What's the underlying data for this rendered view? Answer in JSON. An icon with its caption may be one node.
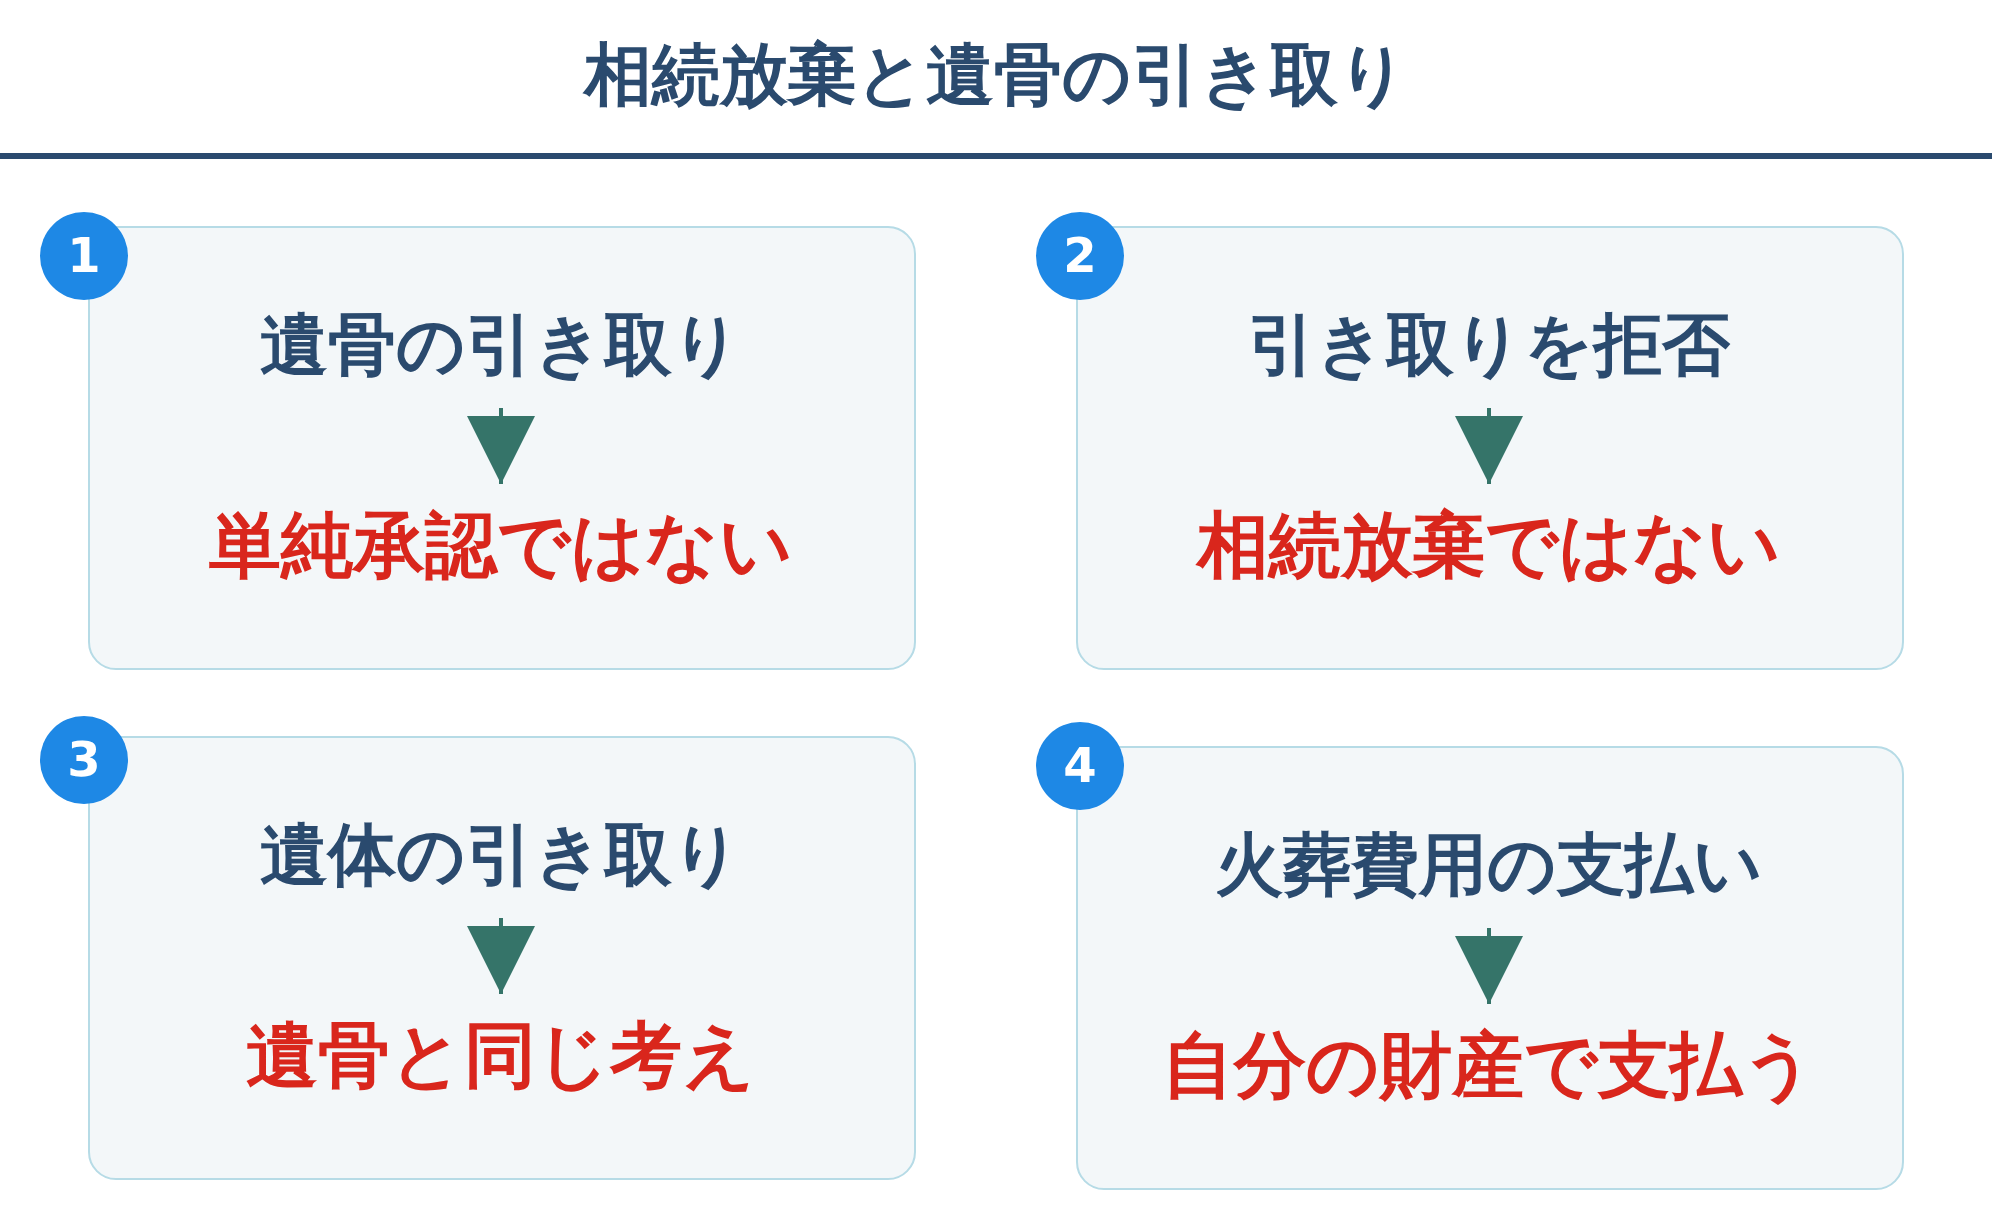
{
  "diagram": {
    "title": "相続放棄と遺骨の引き取り",
    "nodes": [
      {
        "text": [
          "1"
        ]
      },
      {
        "text": [],
        "shape": "box"
      },
      {
        "text": [
          "遺骨の引き取り"
        ],
        "in": 1
      },
      {
        "text": [
          "単純承認ではない"
        ],
        "in": 1
      },
      {
        "text": [
          "2"
        ]
      },
      {
        "text": [],
        "shape": "box"
      },
      {
        "text": [
          "引き取りを拒否"
        ],
        "in": 5
      },
      {
        "text": [
          "相続放棄ではない"
        ],
        "in": 5
      },
      {
        "text": [
          "3"
        ]
      },
      {
        "text": [],
        "shape": "box"
      },
      {
        "text": [
          "遺体の引き取り"
        ],
        "in": 9
      },
      {
        "text": [
          "遺骨と同じ考え"
        ],
        "in": 9
      },
      {
        "text": [
          "4"
        ]
      },
      {
        "text": [],
        "shape": "box"
      },
      {
        "text": [
          "火葬費用の支払い"
        ],
        "in": 13
      },
      {
        "text": [
          "自分の財産で支払う"
        ],
        "in": 13
      }
    ],
    "edges": [
      {
        "from": 2,
        "to": 3,
        "arrow": "to"
      },
      {
        "from": 6,
        "to": 7,
        "arrow": "to"
      },
      {
        "from": 10,
        "to": 11,
        "arrow": "to"
      },
      {
        "from": 14,
        "to": 15,
        "arrow": "to"
      }
    ]
  }
}
